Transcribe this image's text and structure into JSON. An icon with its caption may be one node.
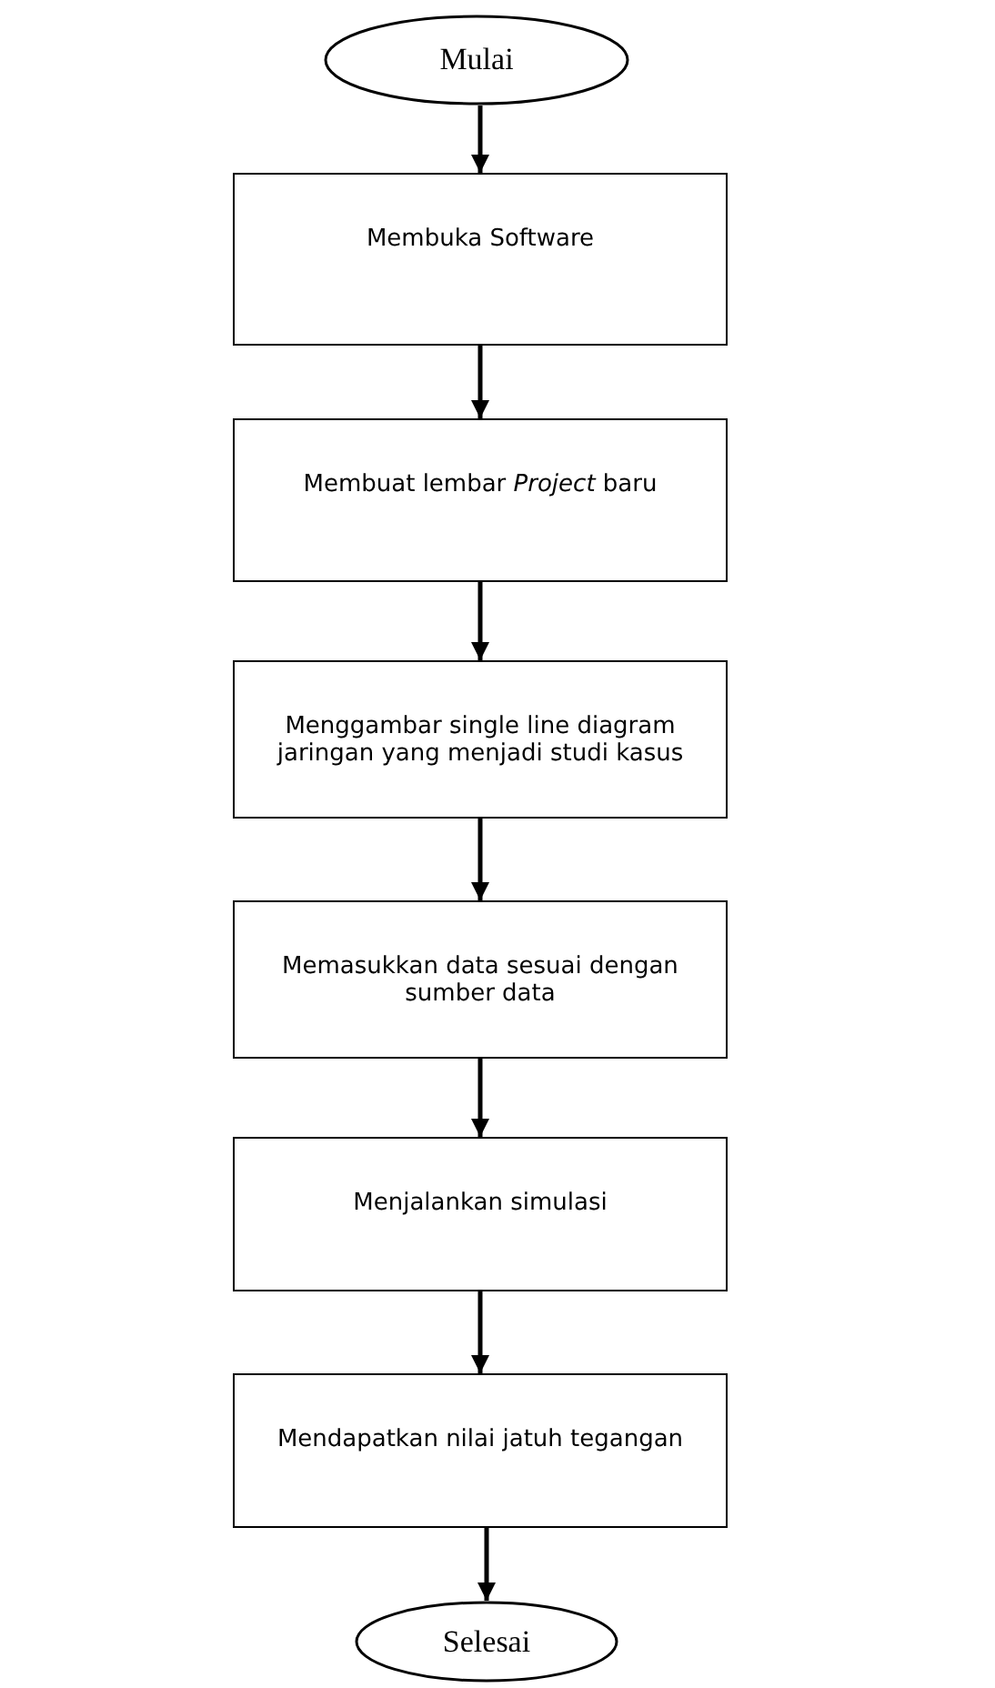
{
  "diagram": {
    "nodes": [
      {
        "text": [
          "Mulai"
        ]
      },
      {
        "text": [
          "Membuka Software"
        ]
      },
      {
        "text": [
          "Membuat lembar *Project* baru"
        ]
      },
      {
        "text": [
          "Menggambar single line diagram jaringan yang menjadi studi kasus"
        ]
      },
      {
        "text": [
          "Memasukkan data sesuai dengan sumber data"
        ]
      },
      {
        "text": [
          "Menjalankan simulasi"
        ]
      },
      {
        "text": [
          "Mendapatkan nilai jatuh tegangan"
        ]
      },
      {
        "text": [
          "Selesai"
        ]
      }
    ],
    "edges": [
      {
        "from": 0,
        "to": 1,
        "arrow": "to"
      },
      {
        "from": 1,
        "to": 2,
        "arrow": "to"
      },
      {
        "from": 2,
        "to": 3,
        "arrow": "to"
      },
      {
        "from": 3,
        "to": 4,
        "arrow": "to"
      },
      {
        "from": 4,
        "to": 5,
        "arrow": "to"
      },
      {
        "from": 5,
        "to": 6,
        "arrow": "to"
      },
      {
        "from": 6,
        "to": 7,
        "arrow": "to"
      }
    ]
  }
}
